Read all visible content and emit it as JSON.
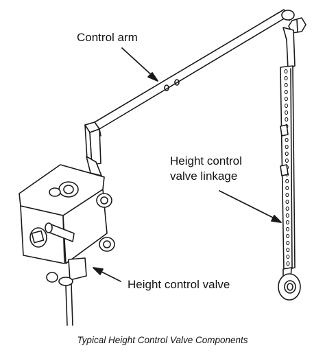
{
  "labels": {
    "control_arm": "Control arm",
    "linkage_line1": "Height control",
    "linkage_line2": "valve linkage",
    "valve": "Height control valve"
  },
  "caption": "Typical Height Control Valve Components"
}
